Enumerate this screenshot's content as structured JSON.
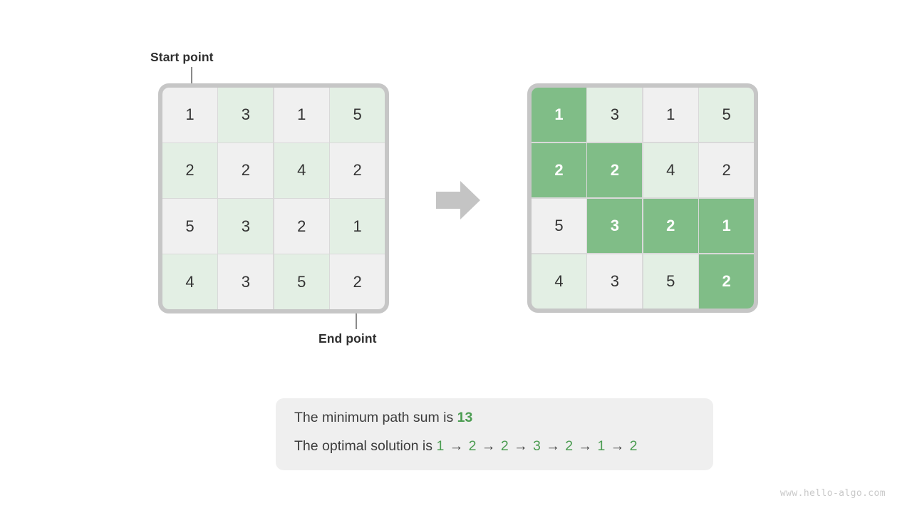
{
  "annotations": {
    "start_label": "Start point",
    "end_label": "End point"
  },
  "grid": {
    "rows": 4,
    "cols": 4,
    "values": [
      [
        1,
        3,
        1,
        5
      ],
      [
        2,
        2,
        4,
        2
      ],
      [
        5,
        3,
        2,
        1
      ],
      [
        4,
        3,
        5,
        2
      ]
    ]
  },
  "left_grid": {
    "name": "input-cost-grid",
    "highlighted_cells": []
  },
  "right_grid": {
    "name": "solution-path-grid",
    "highlighted_cells": [
      [
        0,
        0
      ],
      [
        1,
        0
      ],
      [
        1,
        1
      ],
      [
        2,
        1
      ],
      [
        2,
        2
      ],
      [
        2,
        3
      ],
      [
        3,
        3
      ]
    ]
  },
  "arrow": {
    "icon": "right-arrow-icon",
    "color": "#c4c4c4"
  },
  "result": {
    "line1_prefix": "The minimum path sum is ",
    "line1_value": "13",
    "line2_prefix": "The optimal solution is ",
    "path_values": [
      "1",
      "2",
      "2",
      "3",
      "2",
      "1",
      "2"
    ],
    "arrow_glyph": "→"
  },
  "watermark": "www.hello-algo.com",
  "colors": {
    "cell_gray": "#f0f0f0",
    "cell_green": "#e3efe4",
    "cell_path": "#80bd87",
    "frame": "#c6c6c6",
    "accent_green": "#4b9c51",
    "panel_bg": "#efefef",
    "text": "#333333"
  }
}
